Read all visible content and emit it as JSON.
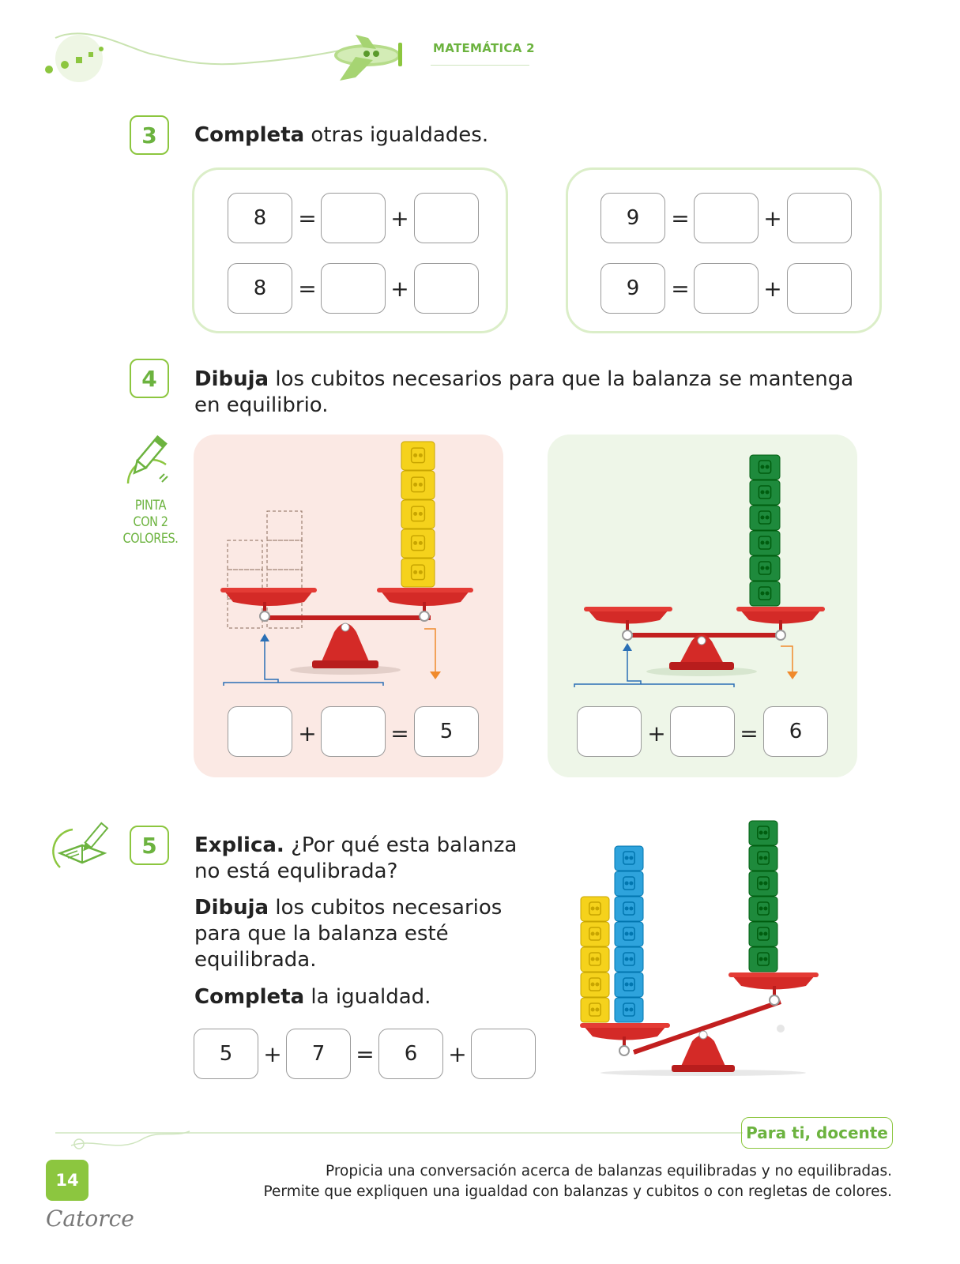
{
  "header": {
    "subject": "MATEMÁTICA 2"
  },
  "ex3": {
    "number": "3",
    "verb": "Completa",
    "text": " otras igualdades.",
    "left_rows": [
      {
        "left": "8",
        "eq": "=",
        "plus": "+"
      },
      {
        "left": "8",
        "eq": "=",
        "plus": "+"
      }
    ],
    "right_rows": [
      {
        "left": "9",
        "eq": "=",
        "plus": "+"
      },
      {
        "left": "9",
        "eq": "=",
        "plus": "+"
      }
    ]
  },
  "ex4": {
    "number": "4",
    "verb": "Dibuja",
    "text": " los cubitos necesarios para que la balanza se mantenga en equilibrio.",
    "paint_note": "PINTA CON 2 COLORES.",
    "left_scene": {
      "plus": "+",
      "eq": "=",
      "result": "5",
      "cubes": 5,
      "cube_color": "#f5d21c"
    },
    "right_scene": {
      "plus": "+",
      "eq": "=",
      "result": "6",
      "cubes": 6,
      "cube_color": "#1e8a3c"
    }
  },
  "ex5": {
    "number": "5",
    "p1_verb": "Explica.",
    "p1_text": " ¿Por qué esta balanza no está equlibrada?",
    "p2_verb": "Dibuja",
    "p2_text": " los cubitos necesarios para que la balanza esté equilibrada.",
    "p3_verb": "Completa",
    "p3_text": " la igualdad.",
    "equation": {
      "a": "5",
      "plus1": "+",
      "b": "7",
      "eq": "=",
      "c": "6",
      "plus2": "+"
    },
    "cubes": {
      "yellow": 5,
      "blue": 7,
      "green": 6
    }
  },
  "footer": {
    "docente": "Para ti, docente",
    "line1": "Propicia una conversación acerca de balanzas equilibradas y no equilibradas.",
    "line2": "Permite que expliquen una igualdad con balanzas y cubitos o con regletas de colores.",
    "page_number": "14",
    "page_word": "Catorce"
  },
  "colors": {
    "accent": "#8cc63f",
    "scale_red": "#d42a27",
    "yellow": "#f5d21c",
    "blue": "#2ea3dc",
    "green": "#1e8a3c"
  }
}
